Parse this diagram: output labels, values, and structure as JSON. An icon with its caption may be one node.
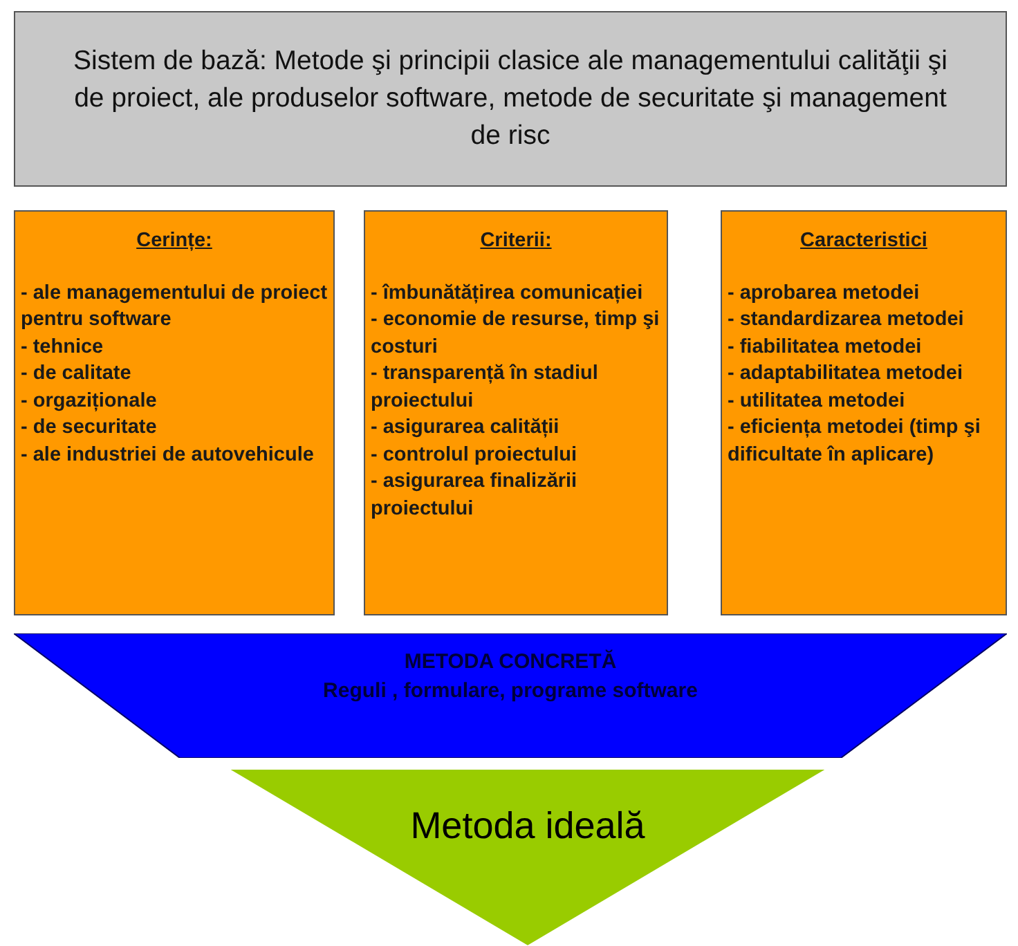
{
  "diagram": {
    "nodes": [
      {
        "text": [
          "Sistem de bază: Metode şi principii clasice ale managementului calităţii şi de proiect, ale produselor software, metode de securitate şi management de risc"
        ]
      },
      {
        "text": [
          "Cerințe:",
          "- ale managementului de proiect pentru software",
          "- tehnice",
          "- de calitate",
          "- orgaziționale",
          "- de securitate",
          "- ale industriei de autovehicule"
        ]
      },
      {
        "text": [
          "Criterii:",
          "- îmbunătățirea comunicației",
          "- economie de resurse, timp şi costuri",
          "- transparență în stadiul proiectului",
          "- asigurarea calității",
          "- controlul proiectului",
          "- asigurarea finalizării proiectului"
        ]
      },
      {
        "text": [
          "Caracteristici",
          "- aprobarea metodei",
          "- standardizarea metodei",
          "- fiabilitatea metodei",
          "- adaptabilitatea metodei",
          "- utilitatea metodei",
          "- eficiența metodei (timp şi dificultate în aplicare)"
        ]
      },
      {
        "text": [
          "METODA CONCRETĂ",
          "Reguli , formulare, programe software"
        ]
      },
      {
        "text": [
          "Metoda ideală"
        ]
      }
    ],
    "edges": []
  }
}
